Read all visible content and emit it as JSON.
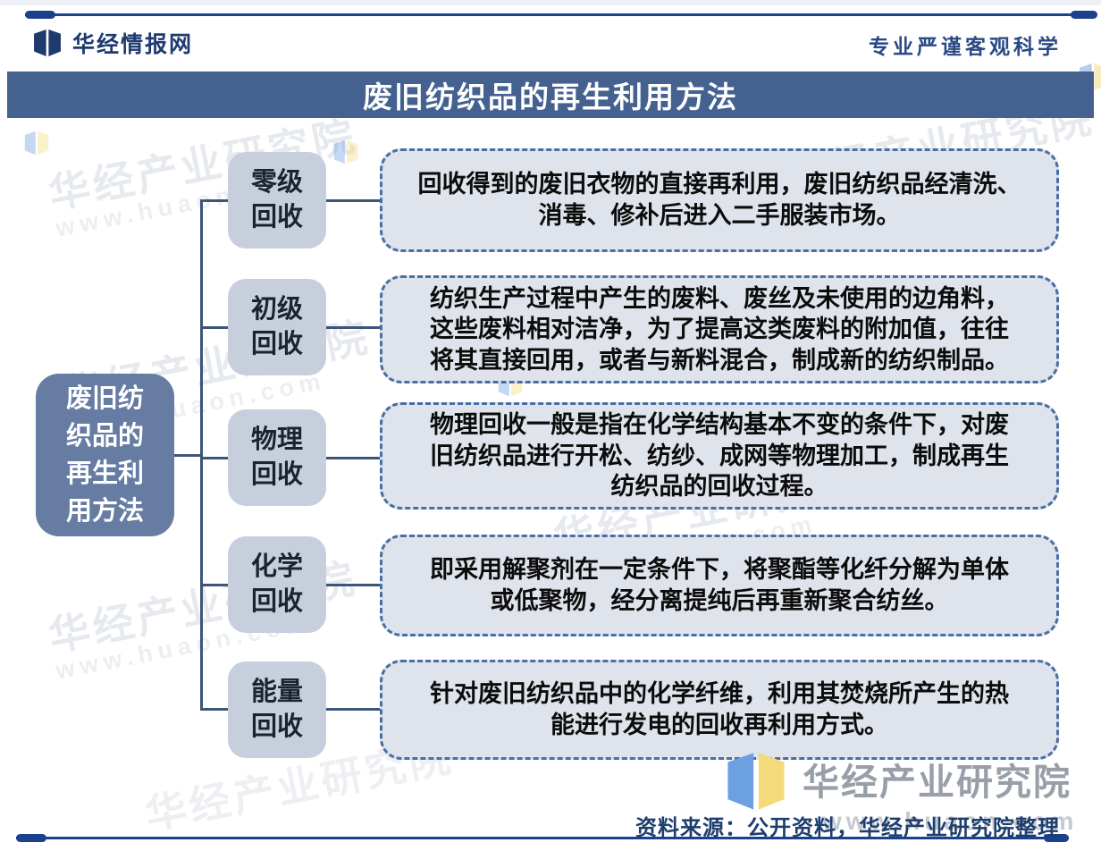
{
  "header": {
    "brand": "华经情报网",
    "tagline": "专业严谨客观科学"
  },
  "title": "废旧纺织品的再生利用方法",
  "root": {
    "label": "废旧纺织品的再生利用方法"
  },
  "branches": [
    {
      "label": "零级回收",
      "desc": "回收得到的废旧衣物的直接再利用，废旧纺织品经清洗、\n消毒、修补后进入二手服装市场。"
    },
    {
      "label": "初级回收",
      "desc": "纺织生产过程中产生的废料、废丝及未使用的边角料，\n这些废料相对洁净，为了提高这类废料的附加值，往往\n将其直接回用，或者与新料混合，制成新的纺织制品。"
    },
    {
      "label": "物理回收",
      "desc": "物理回收一般是指在化学结构基本不变的条件下，对废\n旧纺织品进行开松、纺纱、成网等物理加工，制成再生\n纺织品的回收过程。"
    },
    {
      "label": "化学回收",
      "desc": "即采用解聚剂在一定条件下，将聚酯等化纤分解为单体\n或低聚物，经分离提纯后再重新聚合纺丝。"
    },
    {
      "label": "能量回收",
      "desc": "针对废旧纺织品中的化学纤维，利用其焚烧所产生的热\n能进行发电的回收再利用方式。"
    }
  ],
  "watermark": {
    "name": "华经产业研究院",
    "url": "www.huaon.com"
  },
  "footer": {
    "source": "资料来源：公开资料，华经产业研究院整理"
  },
  "icons": {
    "brand_logo": "open-book-mark",
    "footer_logo": "open-book-mark-color"
  },
  "colors": {
    "accent_navy": "#1C418C",
    "title_bar": "#44618F",
    "root_fill": "#667CA2",
    "node_fill": "#C7CFDD",
    "desc_fill": "#DFE3EB",
    "desc_border": "#4A6FA5",
    "connector": "#3E5478",
    "brand_navy": "#1E3A6E",
    "source_text": "#1D3E6E",
    "watermark_gray": "#878F9B",
    "logo_blue": "#6D9FE3",
    "logo_yellow": "#F3DA7B"
  }
}
